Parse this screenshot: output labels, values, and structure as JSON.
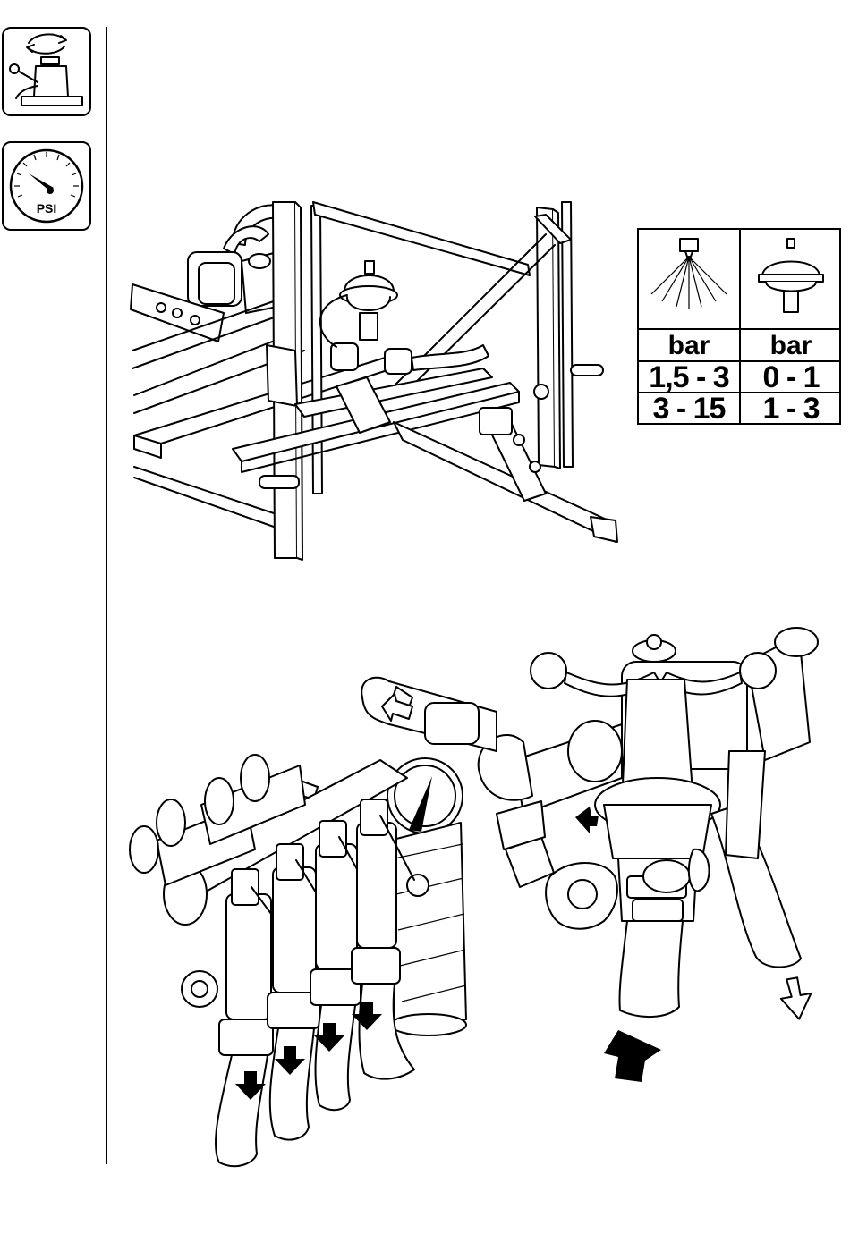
{
  "sidebar": {
    "icons": [
      {
        "name": "pump-rotation-icon"
      },
      {
        "name": "psi-gauge-icon",
        "label": "PSI"
      }
    ]
  },
  "pressure_table": {
    "headers": [
      "bar",
      "bar"
    ],
    "rows": [
      [
        "1,5 - 3",
        "0 - 1"
      ],
      [
        "3 - 15",
        "1 - 3"
      ]
    ]
  }
}
